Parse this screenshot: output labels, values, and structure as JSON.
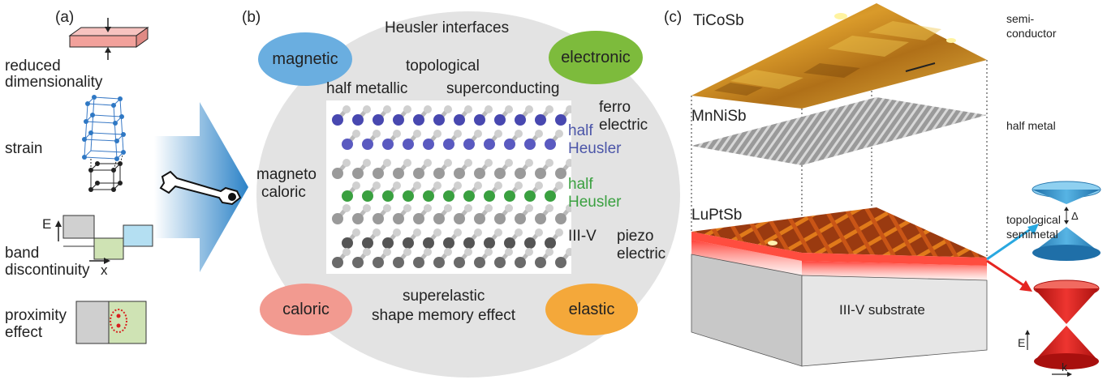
{
  "panel_a": {
    "letter": "(a)",
    "reduced_label": [
      "reduced",
      "dimensionality"
    ],
    "strain_label": "strain",
    "band_label": [
      "band",
      "discontinuity"
    ],
    "band_axis_e": "E",
    "band_axis_x": "x",
    "proximity_label": [
      "proximity",
      "effect"
    ]
  },
  "panel_b": {
    "letter": "(b)",
    "title": "Heusler interfaces",
    "bubbles": {
      "magnetic": "magnetic",
      "electronic": "electronic",
      "caloric": "caloric",
      "elastic": "elastic"
    },
    "topological": "topological",
    "half_metallic": "half metallic",
    "superconducting": "superconducting",
    "ferro_electric": [
      "ferro",
      "electric"
    ],
    "half_heusler_blue": [
      "half",
      "Heusler"
    ],
    "half_heusler_green": [
      "half",
      "Heusler"
    ],
    "iii_v": "III-V",
    "piezo_electric": [
      "piezo",
      "electric"
    ],
    "magneto_caloric": [
      "magneto",
      "caloric"
    ],
    "bottom_text": [
      "superelastic",
      "shape memory effect"
    ],
    "colors": {
      "magnetic": "#6aaee0",
      "electronic": "#7dbb3c",
      "caloric": "#f29a90",
      "elastic": "#f4a83a",
      "blue_text": "#4b55a8",
      "green_text": "#3aa040"
    }
  },
  "panel_c": {
    "letter": "(c)",
    "layers": [
      {
        "name": "TiCoSb",
        "desc": [
          "semi-",
          "conductor"
        ]
      },
      {
        "name": "MnNiSb",
        "desc": [
          "half metal"
        ]
      },
      {
        "name": "LuPtSb",
        "desc": [
          "topological",
          "semimetal"
        ]
      }
    ],
    "substrate": "III-V substrate",
    "delta": "Δ",
    "e_axis": "E",
    "k_axis": "k"
  }
}
